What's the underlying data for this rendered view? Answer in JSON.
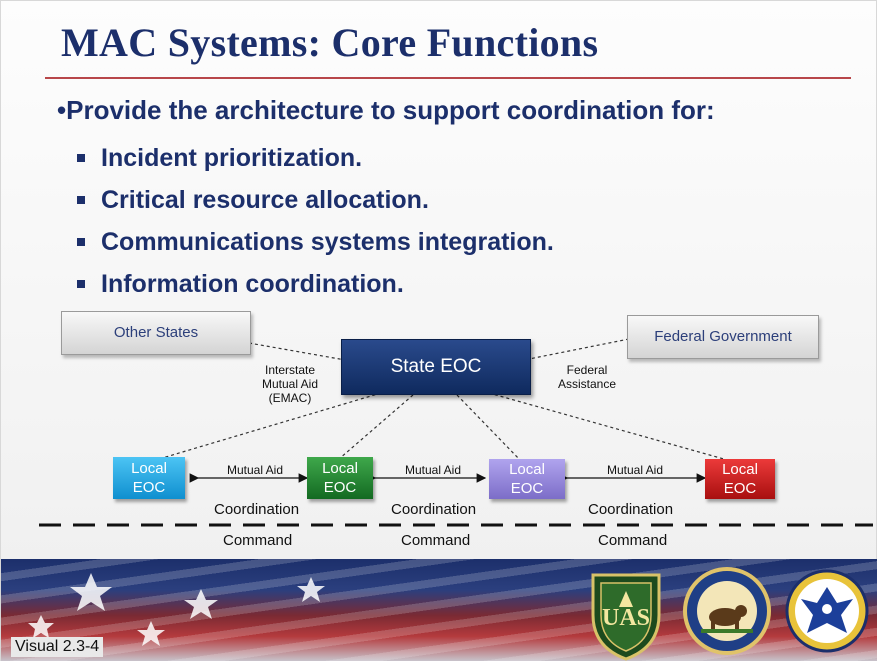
{
  "slide": {
    "title": "MAC Systems:  Core Functions",
    "main_bullet": "•Provide the architecture to support coordination for:",
    "sub_bullets": [
      "Incident prioritization.",
      "Critical resource allocation.",
      "Communications systems integration.",
      "Information coordination."
    ],
    "visual_label": "Visual 2.3-4"
  },
  "diagram": {
    "other_states": "Other States",
    "state_eoc": "State EOC",
    "federal_government": "Federal Government",
    "interstate_label": "Interstate\nMutual Aid\n(EMAC)",
    "federal_assistance_label": "Federal\nAssistance",
    "local_eocs": [
      {
        "line1": "Local",
        "line2": "EOC",
        "color": "#19a7e6"
      },
      {
        "line1": "Local",
        "line2": "EOC",
        "color": "#1f8a2e"
      },
      {
        "line1": "Local",
        "line2": "EOC",
        "color": "#8e7fd6"
      },
      {
        "line1": "Local",
        "line2": "EOC",
        "color": "#d11717"
      }
    ],
    "mutual_aid_labels": [
      "Mutual Aid",
      "Mutual Aid",
      "Mutual Aid"
    ],
    "coordination_labels": [
      "Coordination",
      "Coordination",
      "Coordination"
    ],
    "command_labels": [
      "Command",
      "Command",
      "Command"
    ]
  },
  "colors": {
    "title_navy": "#1c2f6b",
    "rule_red": "#b8474a",
    "state_eoc_navy": "#12306a"
  },
  "emblems": [
    "forest-service-seal-icon",
    "department-of-interior-seal-icon",
    "fema-eagle-seal-icon"
  ]
}
